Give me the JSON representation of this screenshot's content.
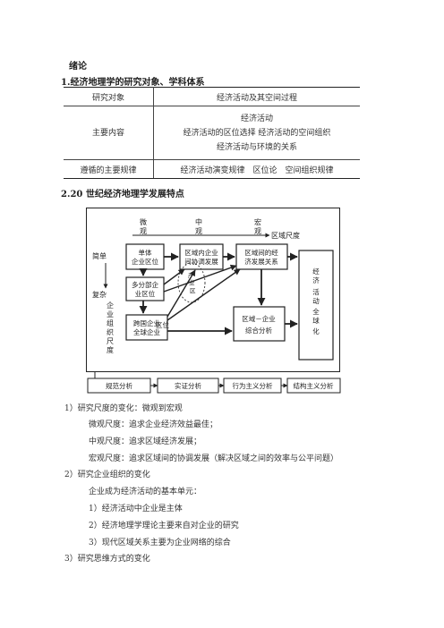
{
  "headings": {
    "intro": "绪论",
    "section1": "1.经济地理学的研究对象、学科体系",
    "section2": "2.20 世纪经济地理学发展特点"
  },
  "table": {
    "rows": [
      {
        "label": "研究对象",
        "content": [
          "经济活动及其空间过程"
        ]
      },
      {
        "label": "主要内容",
        "content": [
          "经济活动",
          "经济活动的区位选择 经济活动的空间组织",
          "经济活动与环境的关系"
        ]
      },
      {
        "label": "遵循的主要规律",
        "content": [
          "经济活动演变规律　区位论　空间组织规律"
        ]
      }
    ]
  },
  "diagram": {
    "scale_labels": {
      "micro": [
        "微",
        "观"
      ],
      "meso": [
        "中",
        "观"
      ],
      "macro": [
        "宏",
        "观"
      ],
      "regional_scale": "区域尺度"
    },
    "side_labels": {
      "simple": "简单",
      "complex": "复杂",
      "org_scale": [
        "企",
        "业",
        "组",
        "织",
        "尺",
        "度"
      ]
    },
    "boxes": {
      "single_firm": [
        "单体",
        "企业区位"
      ],
      "intra_region": [
        "区域内企业",
        "间协调发展"
      ],
      "inter_region": [
        "区域间的经",
        "济发展关系"
      ],
      "multi_dept": [
        "多分部企",
        "业区位"
      ],
      "transnational": [
        "跨国企业",
        "全球企业"
      ],
      "region_firm": [
        "区域－企业",
        "综合分析"
      ],
      "globalization": [
        "经",
        "济",
        "活",
        "动",
        "全",
        "球",
        "化"
      ]
    },
    "location_label": "区位",
    "ellipse_labels": [
      "产",
      "业",
      "区"
    ],
    "bottom_labels": [
      "规范分析",
      "实证分析",
      "行为主义分析",
      "结构主义分析"
    ]
  },
  "body_lines": [
    "1）研究尺度的变化：微观到宏观",
    "微观尺度：追求企业经济效益最佳；",
    "中观尺度：追求区域经济发展；",
    "宏观尺度：追求区域间的协调发展（解决区域之间的效率与公平问题）",
    "2）研究企业组织的变化",
    "企业成为经济活动的基本单元：",
    "1）经济活动中企业是主体",
    "2）经济地理学理论主要来自对企业的研究",
    "3）现代区域关系主要为企业网络的综合",
    "3）研究思维方式的变化"
  ]
}
